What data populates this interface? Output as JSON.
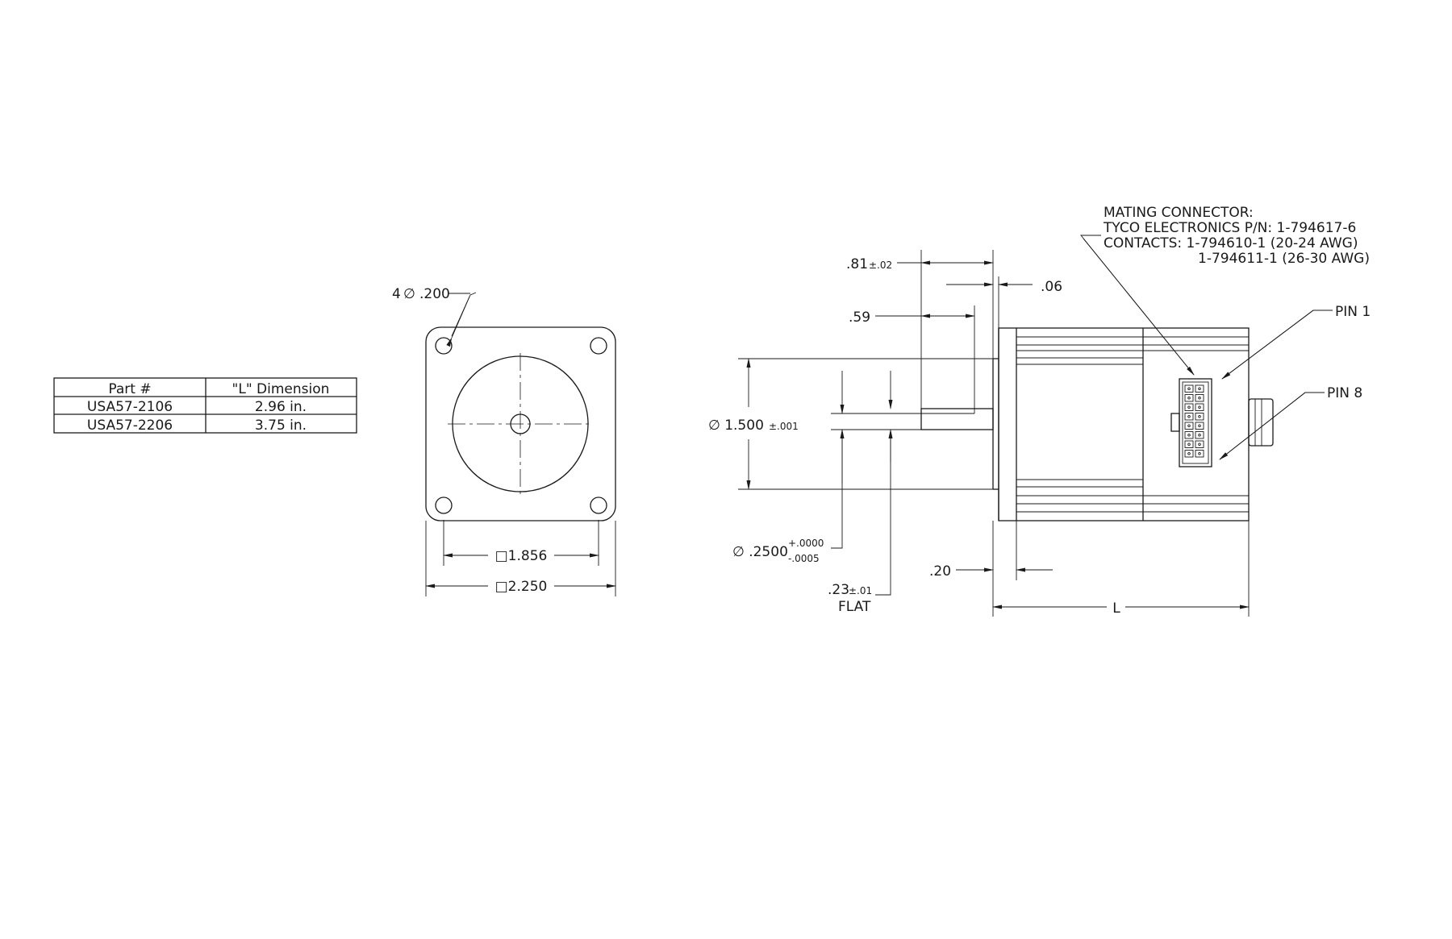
{
  "table": {
    "headers": [
      "Part #",
      "\"L\" Dimension"
    ],
    "rows": [
      [
        "USA57-2106",
        "2.96 in."
      ],
      [
        "USA57-2206",
        "3.75 in."
      ]
    ]
  },
  "front_view": {
    "hole_qty": "4",
    "hole_dia": ".200",
    "bolt_square": "□1.856",
    "body_square": "□2.250"
  },
  "side_view": {
    "shaft_length": ".81",
    "shaft_length_tol": "±.02",
    "flat_length": ".59",
    "pilot_depth": ".06",
    "pilot_dia": "∅ 1.500",
    "pilot_dia_tol": "±.001",
    "shaft_dia": "∅ .2500",
    "shaft_tol_plus": "+.0000",
    "shaft_tol_minus": "-.0005",
    "flat_depth": ".23",
    "flat_depth_tol": "±.01",
    "flat_label": "FLAT",
    "flange_thickness": ".20",
    "overall_length": "L"
  },
  "connector_note": {
    "line1": "MATING CONNECTOR:",
    "line2": "TYCO ELECTRONICS P/N: 1-794617-6",
    "line3": "CONTACTS:  1-794610-1 (20-24 AWG)",
    "line4": "1-794611-1 (26-30 AWG)",
    "pin1": "PIN 1",
    "pin8": "PIN 8"
  }
}
